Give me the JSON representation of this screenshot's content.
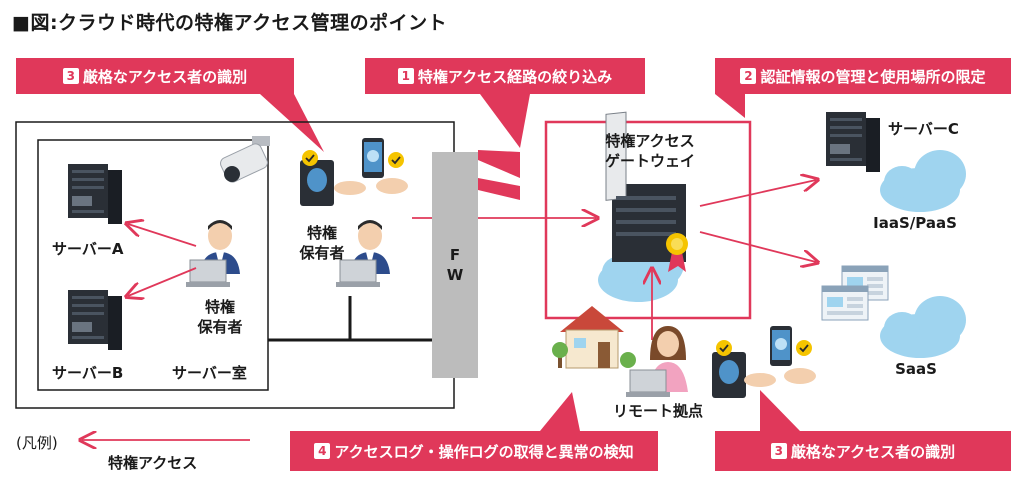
{
  "title": "■図:クラウド時代の特権アクセス管理のポイント",
  "banners": {
    "b3_top": {
      "num": "3",
      "text": "厳格なアクセス者の識別"
    },
    "b1": {
      "num": "1",
      "text": "特権アクセス経路の絞り込み"
    },
    "b2": {
      "num": "2",
      "text": "認証情報の管理と使用場所の限定"
    },
    "b4": {
      "num": "4",
      "text": "アクセスログ・操作ログの取得と異常の検知"
    },
    "b3_bottom": {
      "num": "3",
      "text": "厳格なアクセス者の識別"
    }
  },
  "labels": {
    "server_a": "サーバーA",
    "server_b": "サーバーB",
    "server_room": "サーバー室",
    "holder_inside_1": "特権",
    "holder_inside_2": "保有者",
    "holder_outside_1": "特権",
    "holder_outside_2": "保有者",
    "fw_1": "F",
    "fw_2": "W",
    "gateway_1": "特権アクセス",
    "gateway_2": "ゲートウェイ",
    "server_c": "サーバーC",
    "iaas": "IaaS/PaaS",
    "saas": "SaaS",
    "remote": "リモート拠点"
  },
  "legend": {
    "left": "(凡例)",
    "label": "特権アクセス"
  },
  "colors": {
    "accent": "#e0385a",
    "cloud": "#9fd4ef",
    "server": "#2a2f36",
    "fw": "#bcbcbc"
  }
}
